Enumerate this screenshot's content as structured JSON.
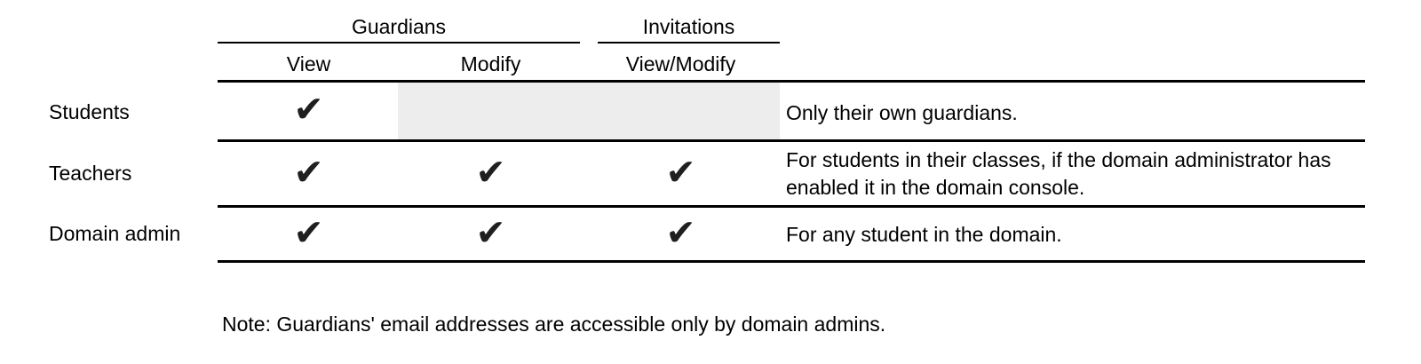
{
  "colors": {
    "background": "#ffffff",
    "text": "#000000",
    "line": "#000000",
    "check": "#1f1f1f",
    "shaded_cell": "#ededed"
  },
  "glyphs": {
    "check": "✔"
  },
  "table": {
    "groups": [
      {
        "label": "Guardians"
      },
      {
        "label": "Invitations"
      }
    ],
    "columns": [
      "View",
      "Modify",
      "View/Modify"
    ],
    "rows": [
      {
        "label": "Students",
        "guardians_view": true,
        "guardians_modify": false,
        "invitations_view_modify": false,
        "modify_cells_shaded": true,
        "note": "Only their own guardians."
      },
      {
        "label": "Teachers",
        "guardians_view": true,
        "guardians_modify": true,
        "invitations_view_modify": true,
        "modify_cells_shaded": false,
        "note": "For students in their classes, if the domain administrator has enabled it in the domain console."
      },
      {
        "label": "Domain admin",
        "guardians_view": true,
        "guardians_modify": true,
        "invitations_view_modify": true,
        "modify_cells_shaded": false,
        "note": "For any student in the domain."
      }
    ],
    "footnote": "Note: Guardians' email addresses are accessible only by domain admins."
  }
}
